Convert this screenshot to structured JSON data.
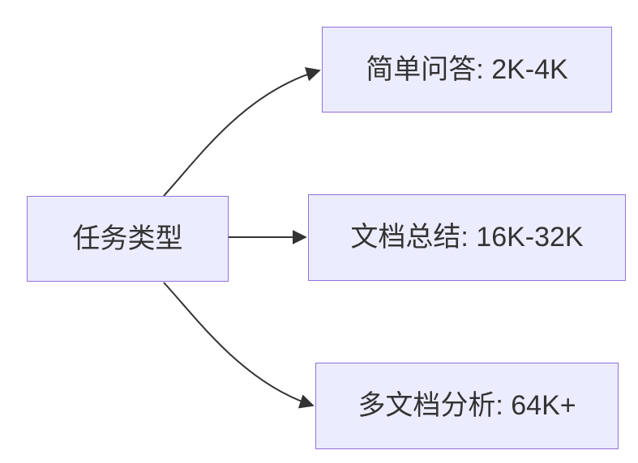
{
  "diagram": {
    "type": "flowchart",
    "direction": "left-to-right",
    "source_node": {
      "id": "task-type",
      "label": "任务类型"
    },
    "target_nodes": [
      {
        "id": "simple-qa",
        "label": "简单问答: 2K-4K"
      },
      {
        "id": "doc-summary",
        "label": "文档总结: 16K-32K"
      },
      {
        "id": "multidoc",
        "label": "多文档分析: 64K+"
      }
    ],
    "edges": [
      {
        "from": "任务类型",
        "to": "简单问答: 2K-4K"
      },
      {
        "from": "任务类型",
        "to": "文档总结: 16K-32K"
      },
      {
        "from": "任务类型",
        "to": "多文档分析: 64K+"
      }
    ],
    "colors": {
      "background": "#FFFFFF",
      "node_fill": "#ECECFF",
      "node_border": "#9370DB",
      "edge_stroke": "#333333",
      "text": "#333333"
    }
  }
}
